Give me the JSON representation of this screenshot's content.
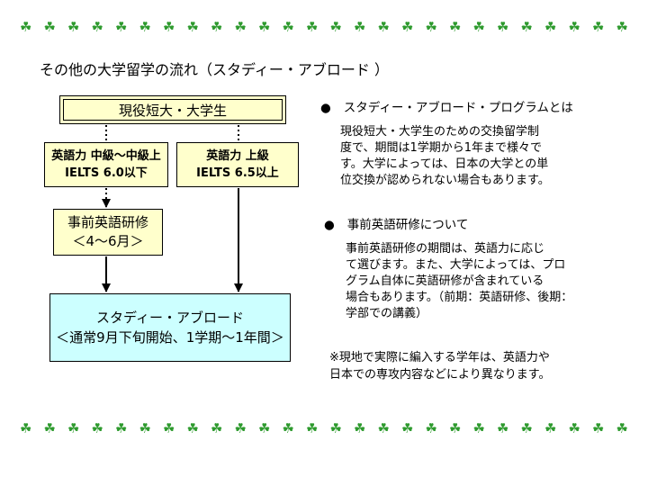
{
  "decoration": {
    "clover_glyph": "☘",
    "clover_color": "#2e9a2e"
  },
  "title": "その他の大学留学の流れ（スタディー・アブロード ）",
  "flow": {
    "start_box": "現役短大・大学生",
    "level_left": {
      "line1": "英語力 中級〜中級上",
      "line2": "IELTS 6.0以下"
    },
    "level_right": {
      "line1": "英語力 上級",
      "line2": "IELTS 6.5以上"
    },
    "prep_box": {
      "line1": "事前英語研修",
      "line2": "＜4〜6月＞"
    },
    "abroad_box": {
      "line1": "スタディー・アブロード",
      "line2": "＜通常9月下旬開始、1学期〜1年間＞"
    },
    "colors": {
      "yellow_box": "#ffffcc",
      "cyan_box": "#ccffff"
    }
  },
  "sections": [
    {
      "bullet": "●",
      "heading": "スタディー・アブロード・プログラムとは",
      "lines": [
        "現役短大・大学生のための交換留学制",
        "度で、期間は1学期から1年まで様々で",
        "す。大学によっては、日本の大学との単",
        "位交換が認められない場合もあります。"
      ]
    },
    {
      "bullet": "●",
      "heading": "事前英語研修について",
      "lines": [
        "事前英語研修の期間は、英語力に応じ",
        "て選びます。また、大学によっては、プロ",
        "グラム自体に英語研修が含まれている",
        "場合もあります。（前期：英語研修、後期：",
        "学部での講義）"
      ]
    }
  ],
  "note": {
    "lines": [
      "※現地で実際に編入する学年は、英語力や",
      "日本での専攻内容などにより異なります。"
    ]
  }
}
